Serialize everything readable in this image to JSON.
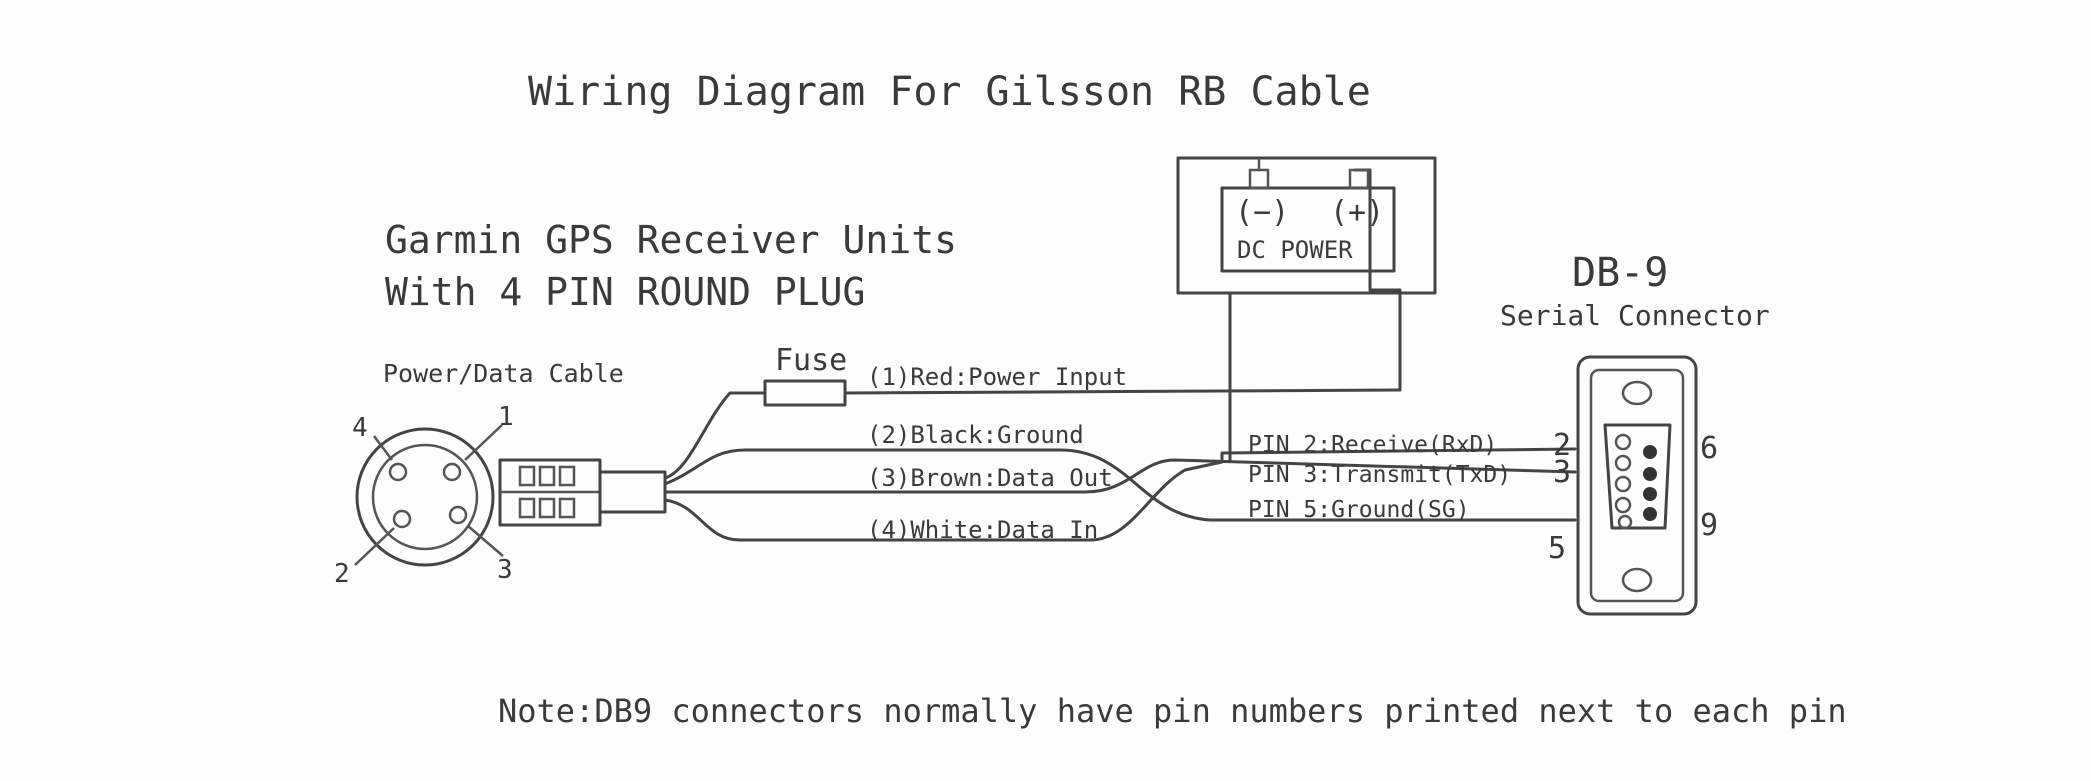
{
  "title": "Wiring Diagram For Gilsson RB Cable",
  "heading": {
    "line1": "Garmin GPS Receiver Units",
    "line2": "With 4 PIN ROUND PLUG"
  },
  "power_data_cable_label": "Power/Data Cable",
  "plug_pins": [
    "1",
    "2",
    "3",
    "4"
  ],
  "fuse_label": "Fuse",
  "wires": {
    "red": "(1)Red:Power Input",
    "black": "(2)Black:Ground",
    "brown": "(3)Brown:Data Out",
    "white": "(4)White:Data In"
  },
  "power_box": {
    "negative": "(−)",
    "positive": "(+)",
    "label": "DC POWER"
  },
  "db9": {
    "title": "DB-9",
    "subtitle": "Serial Connector",
    "pin_labels": [
      "2",
      "3",
      "5",
      "6",
      "9"
    ]
  },
  "pin_lines": {
    "receive": "PIN 2:Receive(RxD)",
    "transmit": "PIN 3:Transmit(TxD)",
    "ground": "PIN 5:Ground(SG)"
  },
  "note": "Note:DB9 connectors normally have pin numbers printed next to each pin"
}
